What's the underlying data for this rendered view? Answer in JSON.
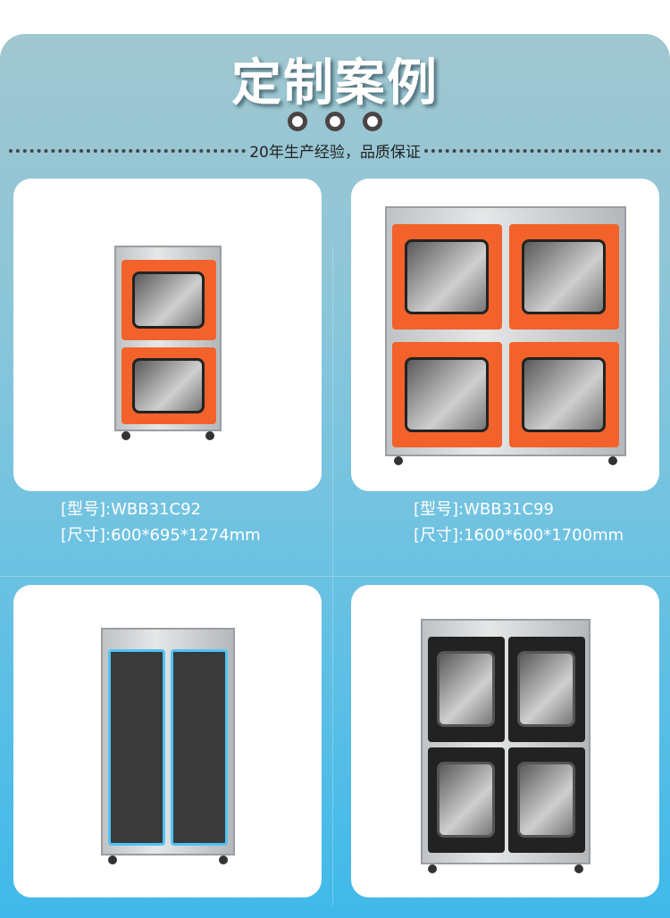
{
  "header": {
    "title": "定制案例",
    "subtitle": "20年生产经验，品质保证"
  },
  "products": [
    {
      "model_label": "[型号]:WBB31C92",
      "size_label": "[尺寸]:600*695*1274mm",
      "image": "orange-2-door-dry-cabinet"
    },
    {
      "model_label": "[型号]:WBB31C99",
      "size_label": "[尺寸]:1600*600*1700mm",
      "image": "orange-4-door-dry-cabinet"
    },
    {
      "image": "stainless-2-door-cabinet-blue-trim"
    },
    {
      "image": "black-4-door-dry-cabinet"
    }
  ],
  "colors": {
    "orange": "#f2622a",
    "accent": "#3fb9ea"
  }
}
